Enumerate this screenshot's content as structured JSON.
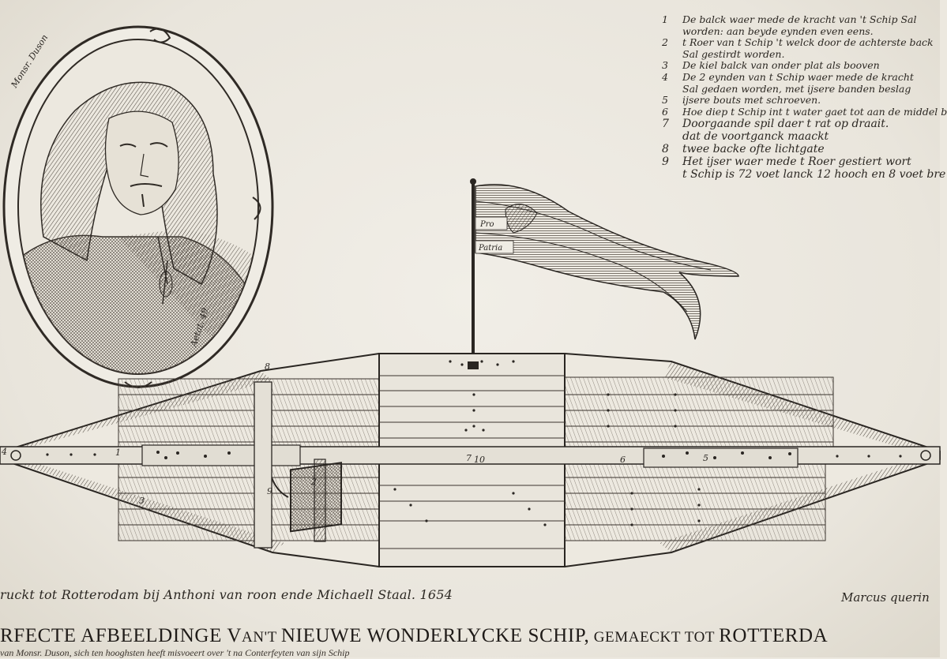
{
  "legend": {
    "items": [
      {
        "num": "1",
        "text": "De balck waer mede de kracht van 't Schip Sal",
        "cont": "worden: aan beyde eynden even eens."
      },
      {
        "num": "2",
        "text": "t Roer van t Schip 't welck door de achterste back",
        "cont": "Sal gestirdt worden."
      },
      {
        "num": "3",
        "text": "De kiel balck van onder plat als booven",
        "cont": ""
      },
      {
        "num": "4",
        "text": "De 2 eynden van t Schip waer mede de kracht",
        "cont": "Sal gedaen worden, met ijsere banden beslag"
      },
      {
        "num": "5",
        "text": "ijsere bouts met schroeven.",
        "cont": ""
      },
      {
        "num": "6",
        "text": "Hoe diep t Schip int t water gaet tot aan de middel b",
        "cont": ""
      },
      {
        "num": "7",
        "text": "Doorgaande spil daer t rat op draait.",
        "cont": "dat de voortganck maackt"
      },
      {
        "num": "8",
        "text": "twee backe ofte lichtgate",
        "cont": ""
      },
      {
        "num": "9",
        "text": "Het ijser waer mede t Roer gestiert wort",
        "cont": "t Schip is 72 voet lanck 12 hooch en 8 voet bre"
      }
    ]
  },
  "medallion": {
    "top_text": "Monsr. Duson",
    "bottom_text": "Aetat. 49"
  },
  "flag": {
    "line1": "Pro",
    "line2": "Patria"
  },
  "ship_labels": [
    "1",
    "2",
    "3",
    "4",
    "5",
    "6",
    "7",
    "8",
    "9",
    "10"
  ],
  "imprint": "ruckt tot Rotterodam bij Anthoni van roon ende Michaell Staal. 1654",
  "signature": "Marcus querin",
  "title": {
    "part1": "RFECTE AFBEELDINGE V",
    "part2": "AN'T ",
    "part3": "NIEUWE WONDERLYCKE SCHIP,",
    "part4": " GEMAECKT TOT ",
    "part5": "ROTTERDA"
  },
  "subline": "van Monsr. Duson, sich ten hooghsten heeft misvoeert over 't na Conterfeyten van sijn Schip"
}
